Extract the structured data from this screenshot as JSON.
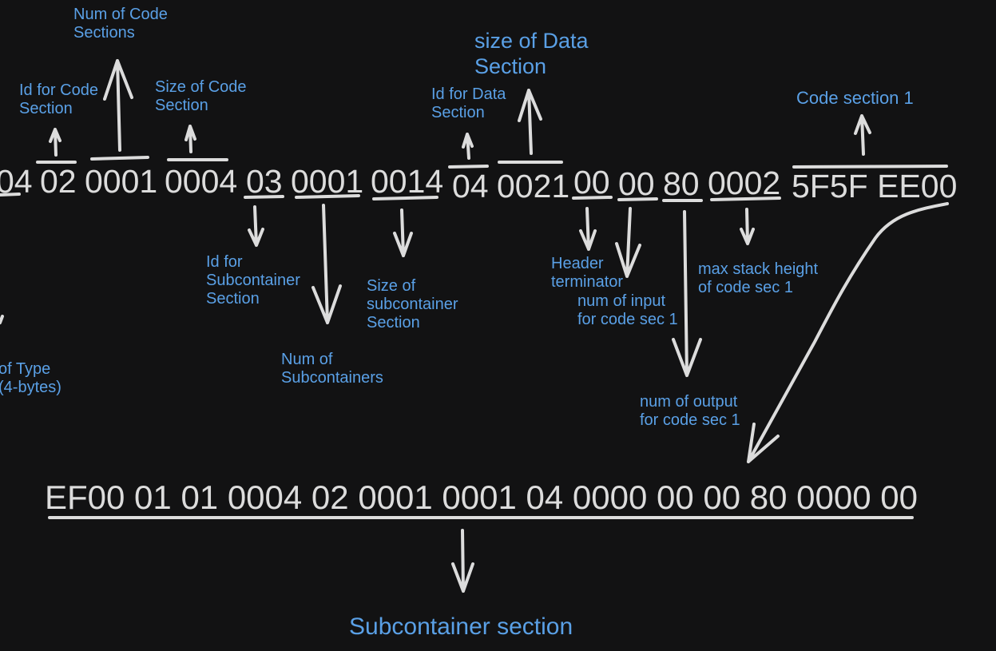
{
  "hex_sequence": [
    {
      "id": "t-04a",
      "text": "04"
    },
    {
      "id": "t-02",
      "text": "02"
    },
    {
      "id": "t-0001a",
      "text": "0001"
    },
    {
      "id": "t-0004",
      "text": "0004"
    },
    {
      "id": "t-03",
      "text": "03"
    },
    {
      "id": "t-0001b",
      "text": "0001"
    },
    {
      "id": "t-0014",
      "text": "0014"
    },
    {
      "id": "t-04b",
      "text": "04"
    },
    {
      "id": "t-0021",
      "text": "0021"
    },
    {
      "id": "t-00a",
      "text": "00"
    },
    {
      "id": "t-00b",
      "text": "00"
    },
    {
      "id": "t-80",
      "text": "80"
    },
    {
      "id": "t-0002",
      "text": "0002"
    },
    {
      "id": "t-code",
      "text": "5F5F EE00"
    }
  ],
  "labels": {
    "num_code_sections": "Num of Code\nSections",
    "id_code_section": "Id for Code\nSection",
    "size_code_section": "Size of Code\nSection",
    "size_data_section": "size of Data\nSection",
    "id_data_section": "Id for Data\nSection",
    "code_section_1": "Code section 1",
    "id_subcontainer_section": "Id for\nSubcontainer\nSection",
    "size_subcontainer_section": "Size of\nsubcontainer\nSection",
    "num_subcontainers": "Num of\nSubcontainers",
    "header_terminator": "Header\nterminator",
    "num_input": "num of input\nfor code sec 1",
    "max_stack_height": "max stack height\nof code sec 1",
    "num_output": "num of output\nfor code sec 1",
    "type_section_size": "of Type\n(4-bytes)",
    "subcontainer_section": "Subcontainer section"
  },
  "subcontainer_bytes": "EF00 01 01 0004 02 0001 0001 04 0000 00 00 80 0000 00"
}
